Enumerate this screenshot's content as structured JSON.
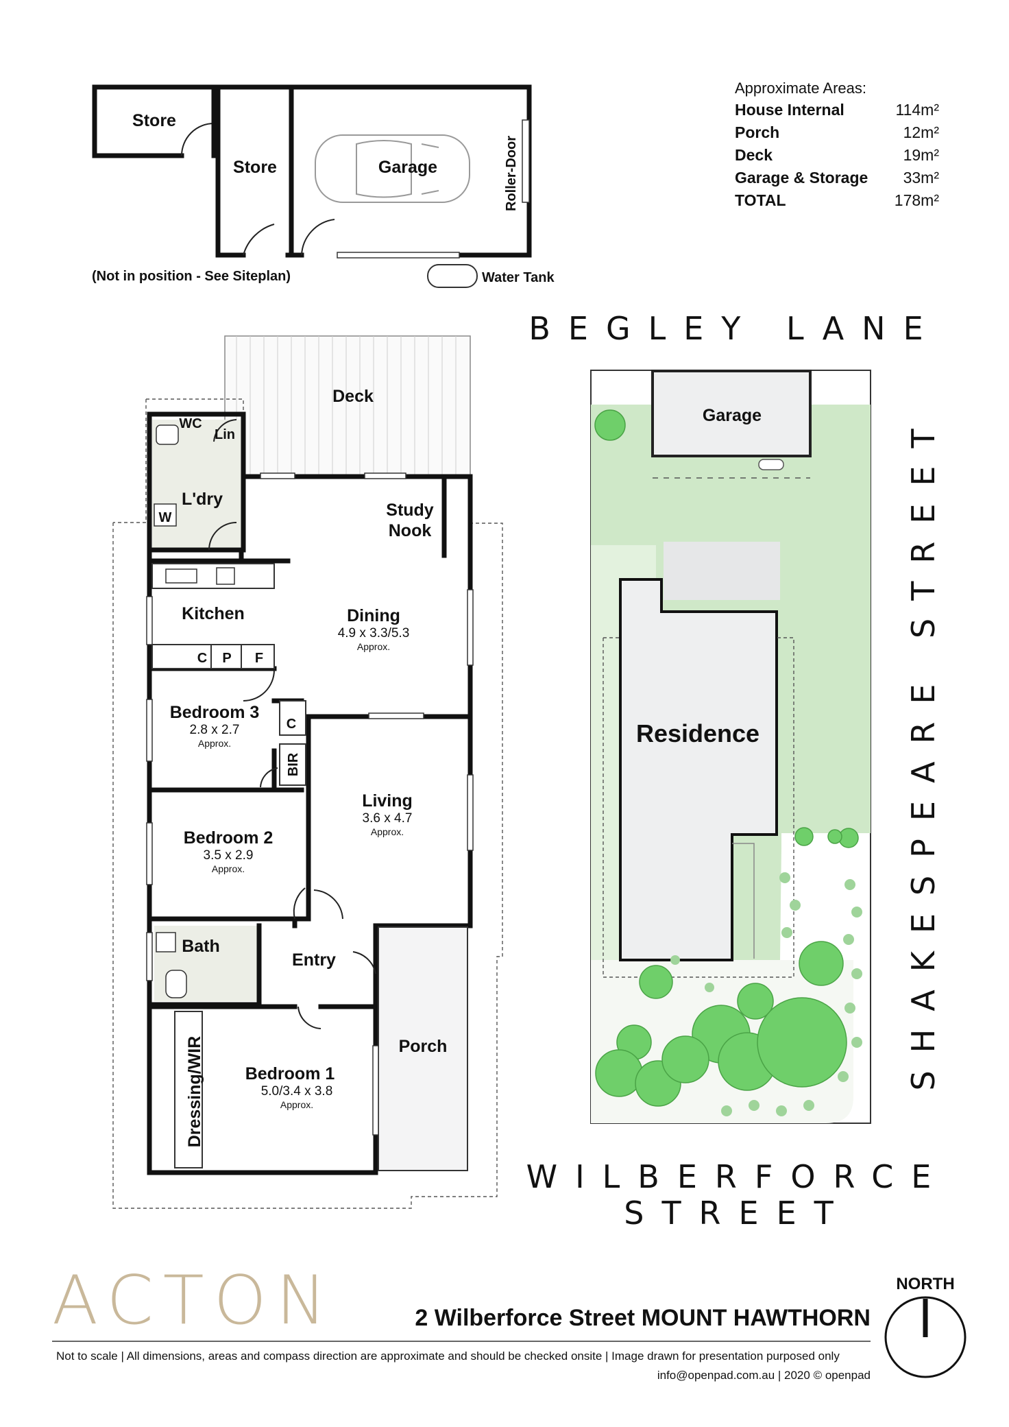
{
  "areas": {
    "heading": "Approximate Areas:",
    "rows": [
      {
        "label": "House Internal",
        "value": "114m²"
      },
      {
        "label": "Porch",
        "value": "12m²"
      },
      {
        "label": "Deck",
        "value": "19m²"
      },
      {
        "label": "Garage & Storage",
        "value": "33m²"
      },
      {
        "label": "TOTAL",
        "value": "178m²"
      }
    ]
  },
  "outbuildings": {
    "store1": "Store",
    "store2": "Store",
    "garage": "Garage",
    "roller_door": "Roller-Door",
    "note": "(Not in position - See Siteplan)",
    "water_tank": "Water Tank"
  },
  "floorplan": {
    "deck": "Deck",
    "wc": "WC",
    "lin": "Lin",
    "laundry": "L'dry",
    "w": "W",
    "study_nook_1": "Study",
    "study_nook_2": "Nook",
    "kitchen": "Kitchen",
    "c_pantry": "C",
    "p_pantry": "P",
    "f_fridge": "F",
    "dining": "Dining",
    "dining_dim": "4.9 x 3.3/5.3",
    "bedroom3": "Bedroom 3",
    "bedroom3_dim": "2.8 x 2.7",
    "c_closet": "C",
    "bir": "BIR",
    "living": "Living",
    "living_dim": "3.6 x 4.7",
    "bedroom2": "Bedroom 2",
    "bedroom2_dim": "3.5 x 2.9",
    "bath": "Bath",
    "entry": "Entry",
    "porch": "Porch",
    "dressing": "Dressing/WIR",
    "bedroom1": "Bedroom 1",
    "bedroom1_dim": "5.0/3.4 x 3.8",
    "approx": "Approx."
  },
  "siteplan": {
    "north_street": "BEGLEY LANE",
    "east_street": "SHAKESPEARE STREET",
    "south_street_1": "WILBERFORCE",
    "south_street_2": "STREET",
    "garage": "Garage",
    "residence": "Residence"
  },
  "footer": {
    "brand": "ACTON",
    "address": "2 Wilberforce Street MOUNT HAWTHORN",
    "north": "NORTH",
    "disclaimer": "Not to scale   |   All dimensions, areas and compass direction are approximate and should be checked onsite   |   Image drawn for presentation purposed only",
    "credit": "info@openpad.com.au  |  2020  © openpad"
  },
  "colors": {
    "lawn": "#cfe8c8",
    "tree": "#6fcf6a",
    "building": "#eeeff0",
    "brand": "#c9b89a"
  }
}
